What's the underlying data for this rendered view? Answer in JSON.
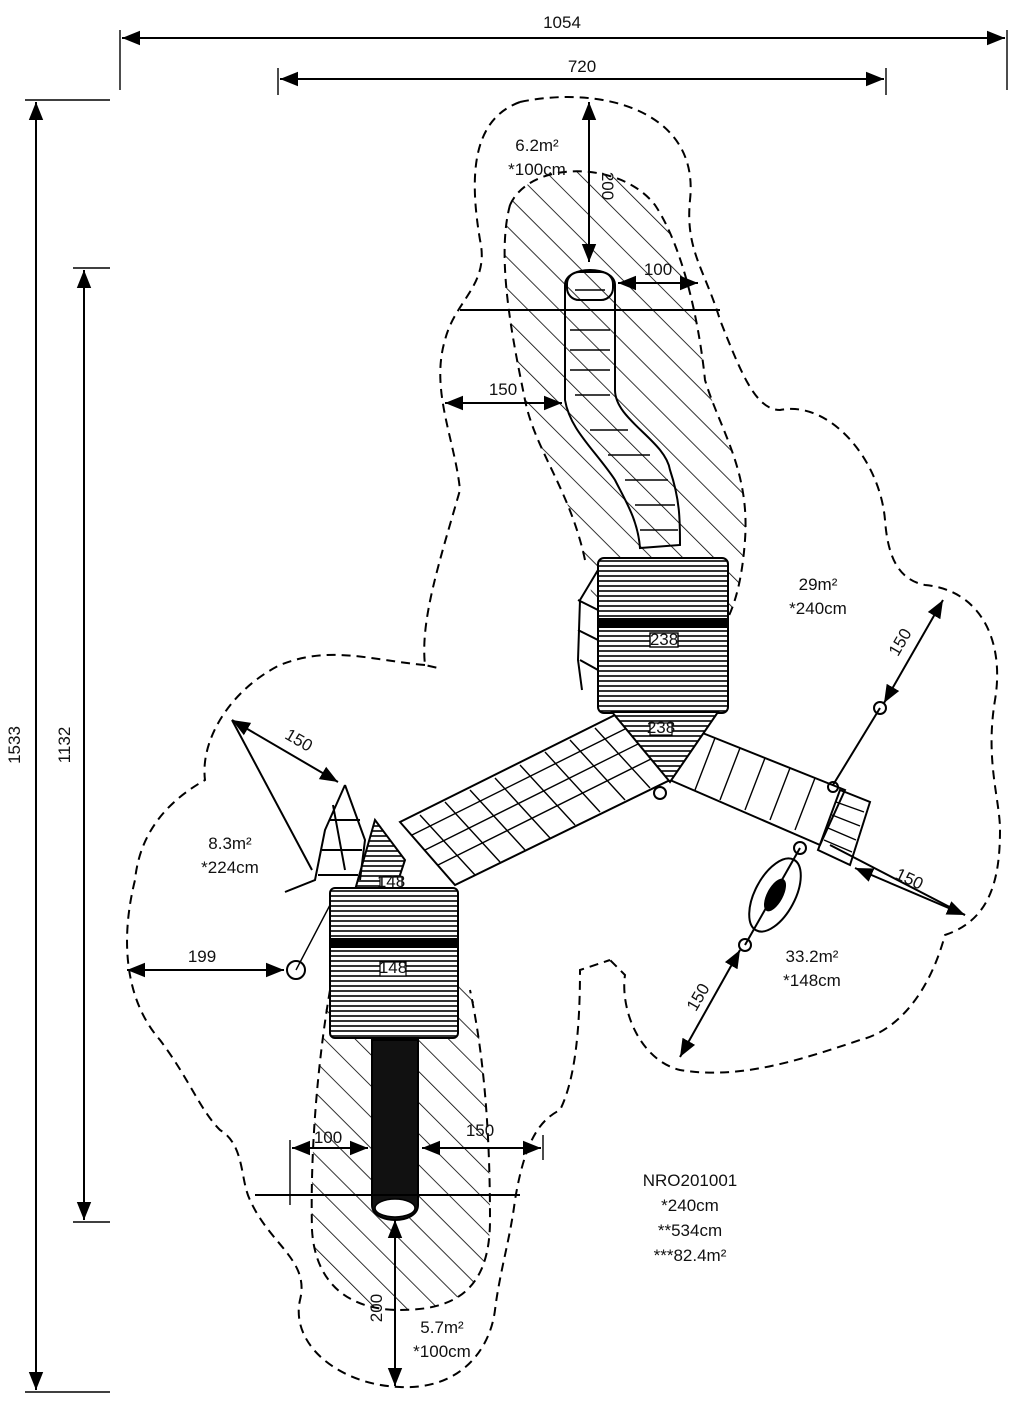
{
  "dimensions": {
    "overall_width": "1054",
    "inner_width": "720",
    "overall_height": "1533",
    "inner_height": "1132",
    "top_slide_clear": "200",
    "top_slide_side": "100",
    "top_slide_left": "150",
    "right_upper": "150",
    "right_lower": "150",
    "right_swing": "150",
    "left_climber": "150",
    "left_edge": "199",
    "bottom_slide_side": "100",
    "bottom_slide_right": "150",
    "bottom_slide_clear": "200"
  },
  "zones": {
    "top_area": "6.2m²",
    "top_height": "*100cm",
    "main_area": "29m²",
    "main_height": "*240cm",
    "left_area": "8.3m²",
    "left_height": "*224cm",
    "swing_area": "33.2m²",
    "swing_height": "*148cm",
    "bottom_area": "5.7m²",
    "bottom_height": "*100cm"
  },
  "deck_tags": {
    "upper": "238",
    "left_top": "148",
    "left_mid": "148",
    "junction": "238"
  },
  "summary": {
    "model": "NRO201001",
    "fall_height": "*240cm",
    "total_height": "**534cm",
    "total_area": "***82.4m²"
  }
}
